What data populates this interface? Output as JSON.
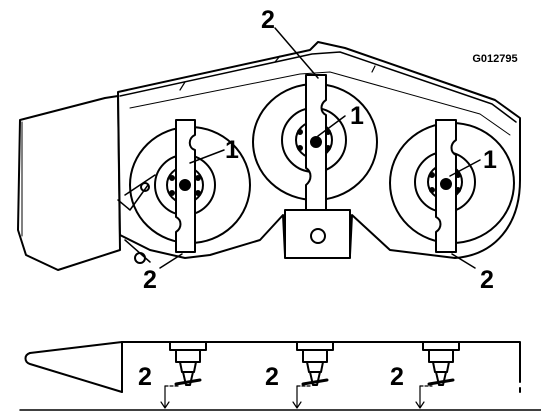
{
  "figure": {
    "id": "G012795",
    "callouts": {
      "top_center": "2",
      "blade_center": "1",
      "blade_left": "1",
      "blade_right": "1",
      "bottom_left": "2",
      "bottom_right": "2",
      "side_left": "2",
      "side_middle": "2",
      "side_right": "2"
    }
  }
}
